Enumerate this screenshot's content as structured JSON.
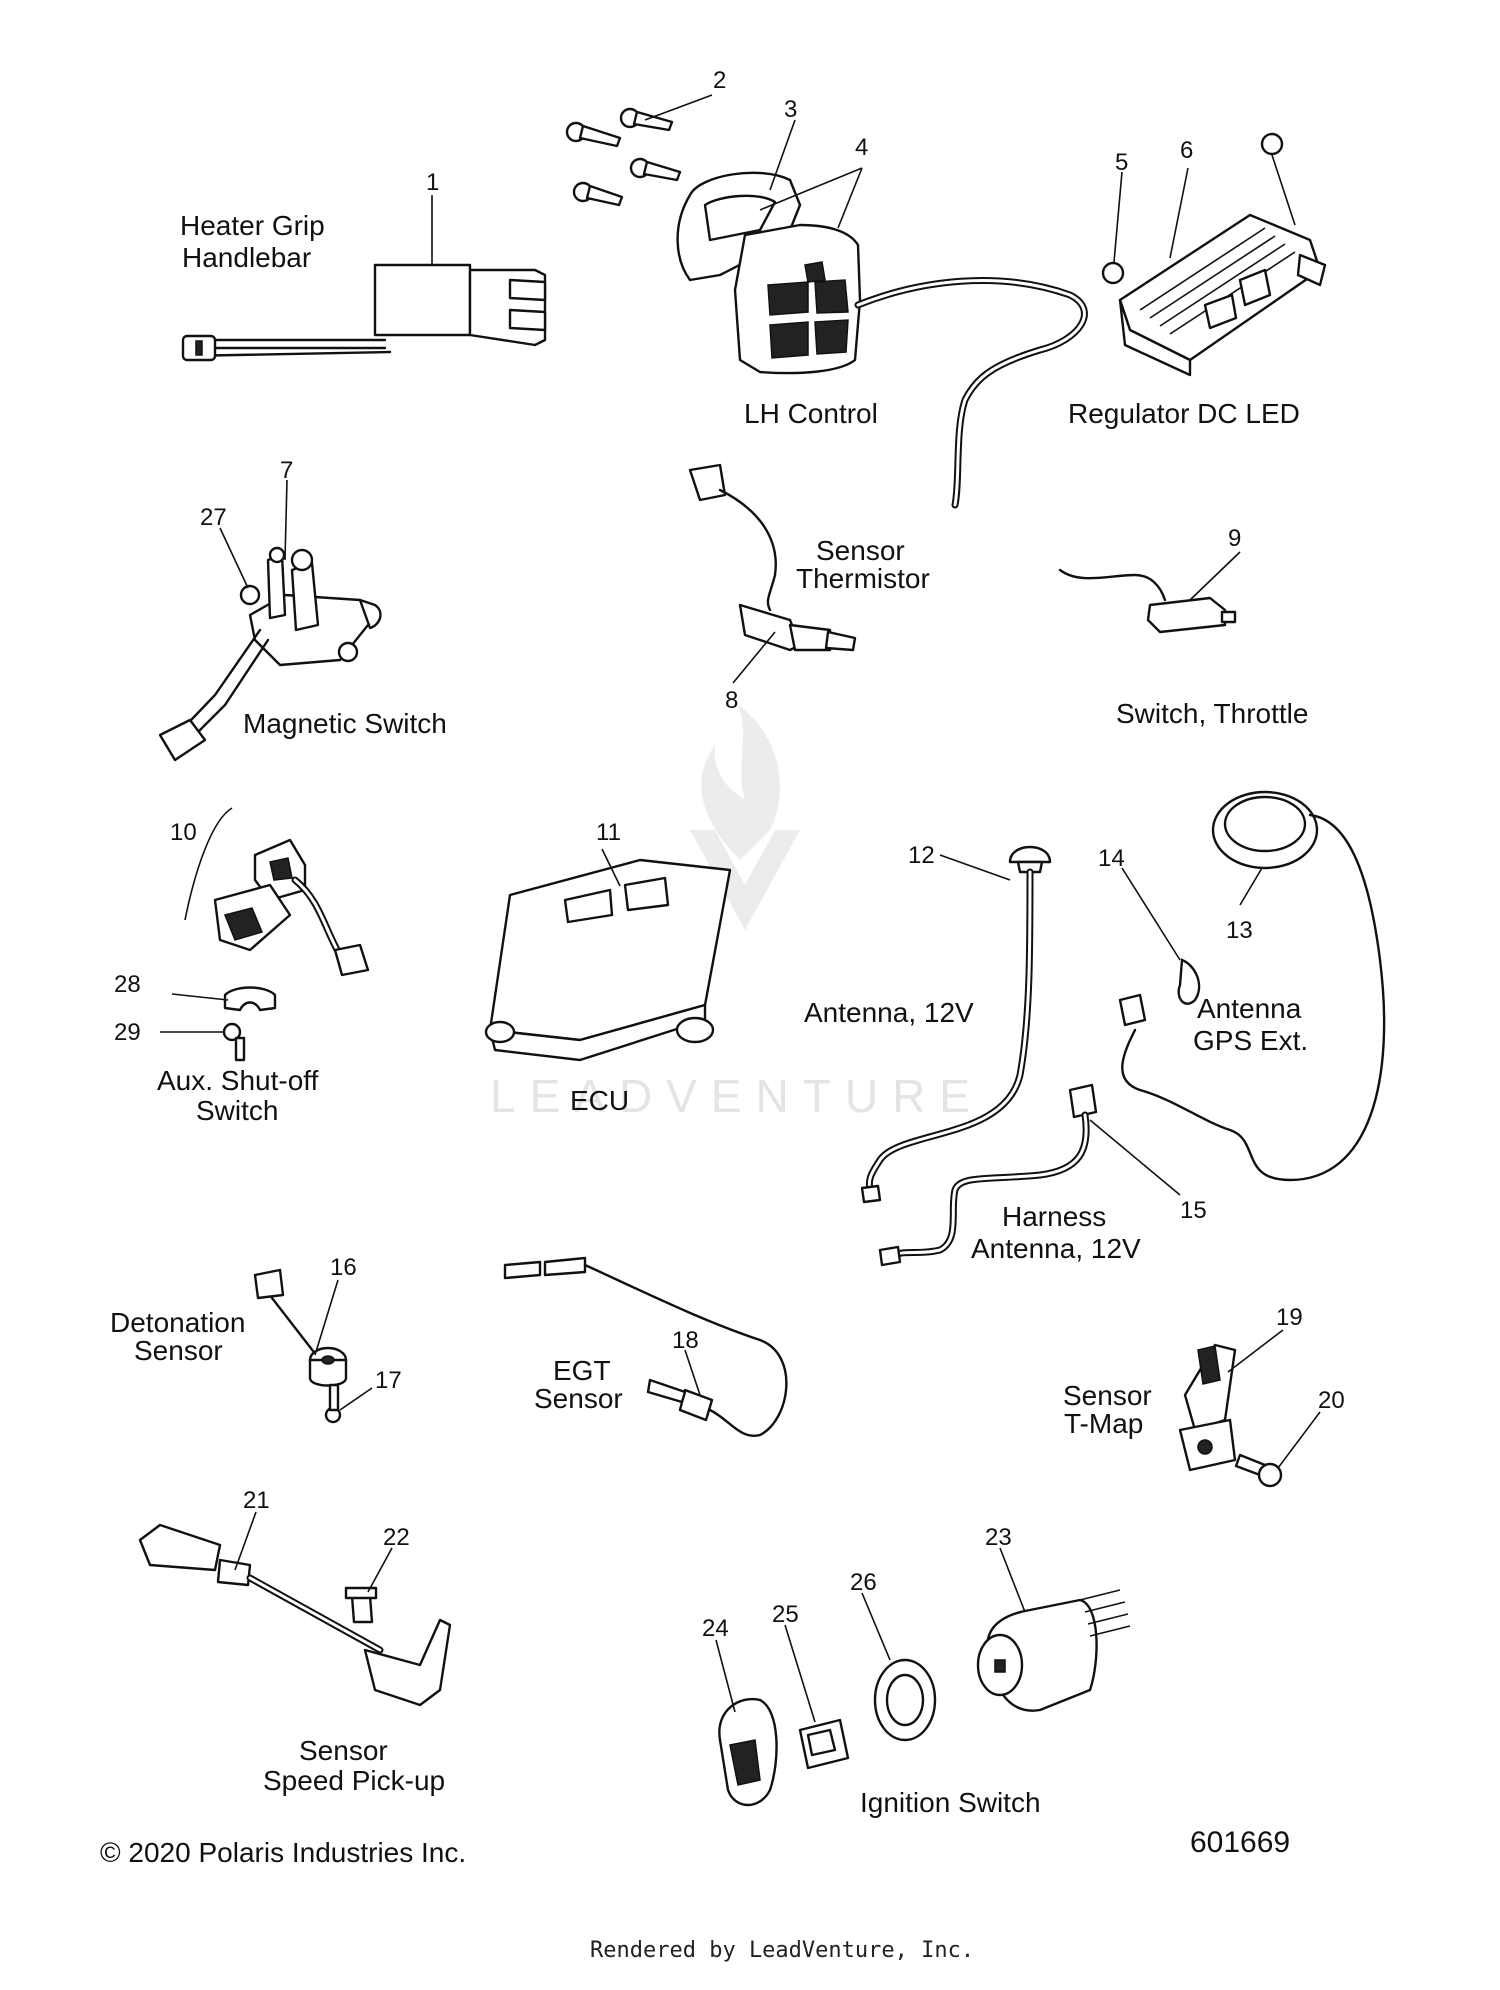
{
  "watermark": "LEADVENTURE",
  "callouts": {
    "c1": "1",
    "c2": "2",
    "c3": "3",
    "c4": "4",
    "c5": "5",
    "c6": "6",
    "c7": "7",
    "c8": "8",
    "c9": "9",
    "c10": "10",
    "c11": "11",
    "c12": "12",
    "c13": "13",
    "c14": "14",
    "c15": "15",
    "c16": "16",
    "c17": "17",
    "c18": "18",
    "c19": "19",
    "c20": "20",
    "c21": "21",
    "c22": "22",
    "c23": "23",
    "c24": "24",
    "c25": "25",
    "c26": "26",
    "c27": "27",
    "c28": "28",
    "c29": "29"
  },
  "captions": {
    "heater_grip_1": "Heater Grip",
    "heater_grip_2": "Handlebar",
    "lh_control": "LH Control",
    "regulator": "Regulator DC LED",
    "thermistor_1": "Sensor",
    "thermistor_2": "Thermistor",
    "magnetic_switch": "Magnetic Switch",
    "throttle_switch": "Switch, Throttle",
    "aux_shutoff_1": "Aux. Shut-off",
    "aux_shutoff_2": "Switch",
    "ecu": "ECU",
    "antenna_12v": "Antenna, 12V",
    "antenna_gps_1": "Antenna",
    "antenna_gps_2": "GPS Ext.",
    "harness_1": "Harness",
    "harness_2": "Antenna, 12V",
    "detonation_1": "Detonation",
    "detonation_2": "Sensor",
    "egt_1": "EGT",
    "egt_2": "Sensor",
    "tmap_1": "Sensor",
    "tmap_2": "T-Map",
    "speed_1": "Sensor",
    "speed_2": "Speed Pick-up",
    "ignition": "Ignition Switch"
  },
  "footer": {
    "copyright": "© 2020 Polaris Industries Inc.",
    "diagram_id": "601669",
    "render_credit": "Rendered by LeadVenture, Inc."
  }
}
